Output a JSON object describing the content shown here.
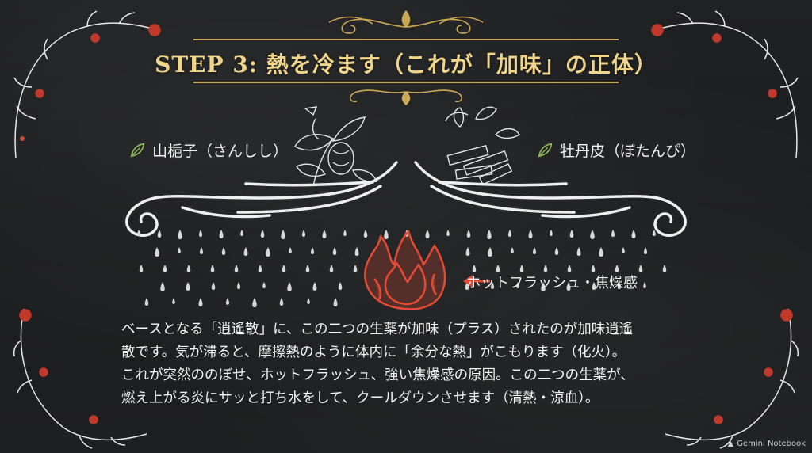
{
  "slide": {
    "title": "STEP 3: 熱を冷ます（これが「加味」の正体）",
    "herbs": {
      "left": "山梔子（さんしし）",
      "right": "牡丹皮（ぼたんぴ）"
    },
    "heat_label": "ホットフラッシュ・焦燥感",
    "paragraph": [
      "ベースとなる「逍遙散」に、この二つの生薬が加味（プラス）されたのが加味逍遙",
      "散です。気が滞ると、摩擦熱のように体内に「余分な熱」がこもります（化火）。",
      "これが突然ののぼせ、ホットフラッシュ、強い焦燥感の原因。この二つの生薬が、",
      "燃え上がる炎にサッと打ち水をして、クールダウンさせます（清熱・涼血）。"
    ],
    "watermark": "Gemini Notebook"
  },
  "colors": {
    "gold": "#f0d68a",
    "chalk": "#f2f2f2",
    "flame": "#e34b35",
    "leaf": "#8dbb5a"
  }
}
